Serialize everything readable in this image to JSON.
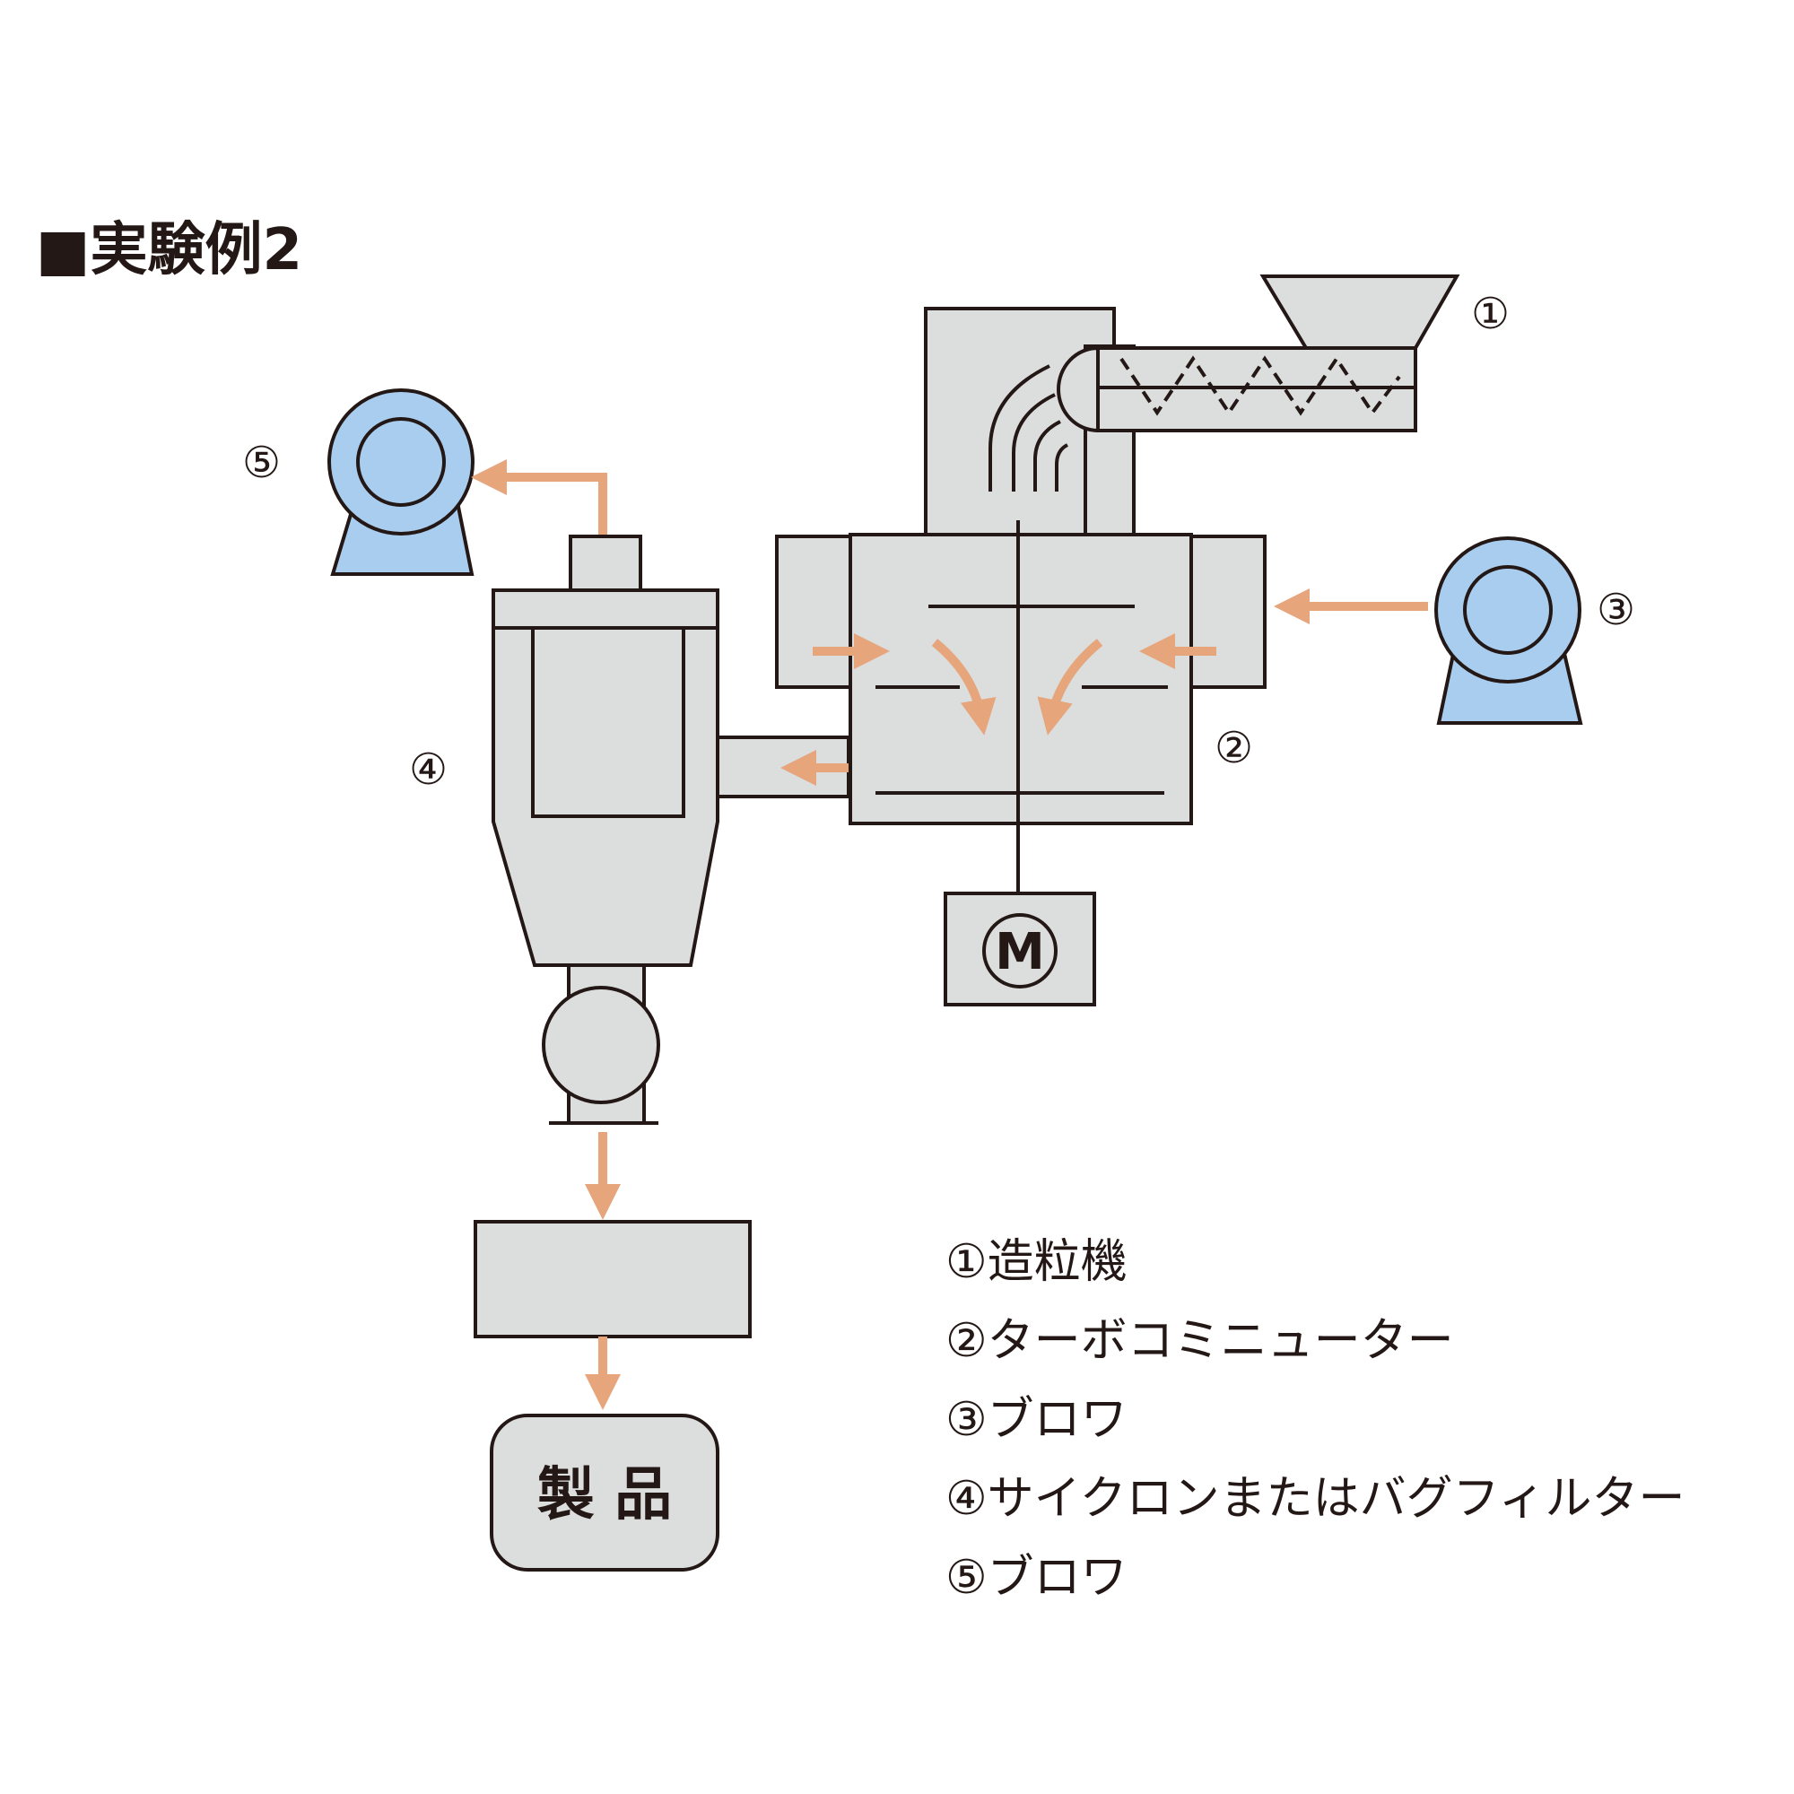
{
  "title": "■実験例2",
  "colors": {
    "equipment_fill": "#dcdddd",
    "blower_fill": "#a9cdee",
    "flow_arrow": "#e6a57a",
    "outline": "#231815"
  },
  "labels": {
    "granulator": "①",
    "turbo_comminutor": "②",
    "blower_3": "③",
    "cyclone": "④",
    "blower_5": "⑤",
    "motor": "M",
    "product": "製 品"
  },
  "legend": [
    "①造粒機",
    "②ターボコミニューター",
    "③ブロワ",
    "④サイクロンまたはバグフィルター",
    "⑤ブロワ"
  ]
}
